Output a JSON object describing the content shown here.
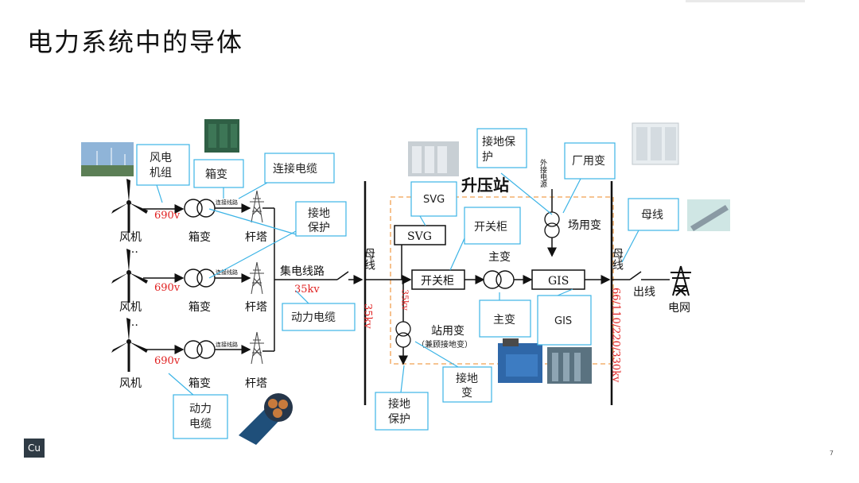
{
  "page": {
    "title": "电力系统中的导体",
    "page_number": "7",
    "logo": "Cu"
  },
  "diagram": {
    "wind_turbine_label": "风机",
    "box_transformer_label": "箱变",
    "tower_label": "杆塔",
    "voltage_690": "690v",
    "line_tag": "连接线路",
    "ellipsis": "…",
    "collector_line": "集电线路",
    "voltage_35": "35kv",
    "busbar": "母线",
    "station_title": "升压站",
    "svg_block": "SVG",
    "switchgear": "开关柜",
    "main_transformer": "主变",
    "gis": "GIS",
    "station_transformer": "站用变",
    "grounding_note": "（兼顾接地变）",
    "aux_transformer": "场用变",
    "external_power": "外接电源",
    "output_voltage": "66/110/220/330kv",
    "outgoing_line": "出线",
    "grid": "电网"
  },
  "callouts": {
    "wind_turbine_group": "风电机组",
    "box_transformer": "箱变",
    "connecting_cable": "连接电缆",
    "grounding_protection_1": "接地保护",
    "power_cable_1": "动力电缆",
    "power_cable_2": "动力电缆",
    "svg": "SVG",
    "switchgear": "开关柜",
    "main_transformer": "主变",
    "gis": "GIS",
    "grounding_protection_2": "接地保护",
    "aux_transformer": "厂用变",
    "busbar": "母线",
    "grounding_transformer": "接地变",
    "grounding_protection_3": "接地保护"
  },
  "colors": {
    "callout_border": "#3cb4e6",
    "voltage_red": "#e02020",
    "dashed_box": "#f0a050"
  }
}
